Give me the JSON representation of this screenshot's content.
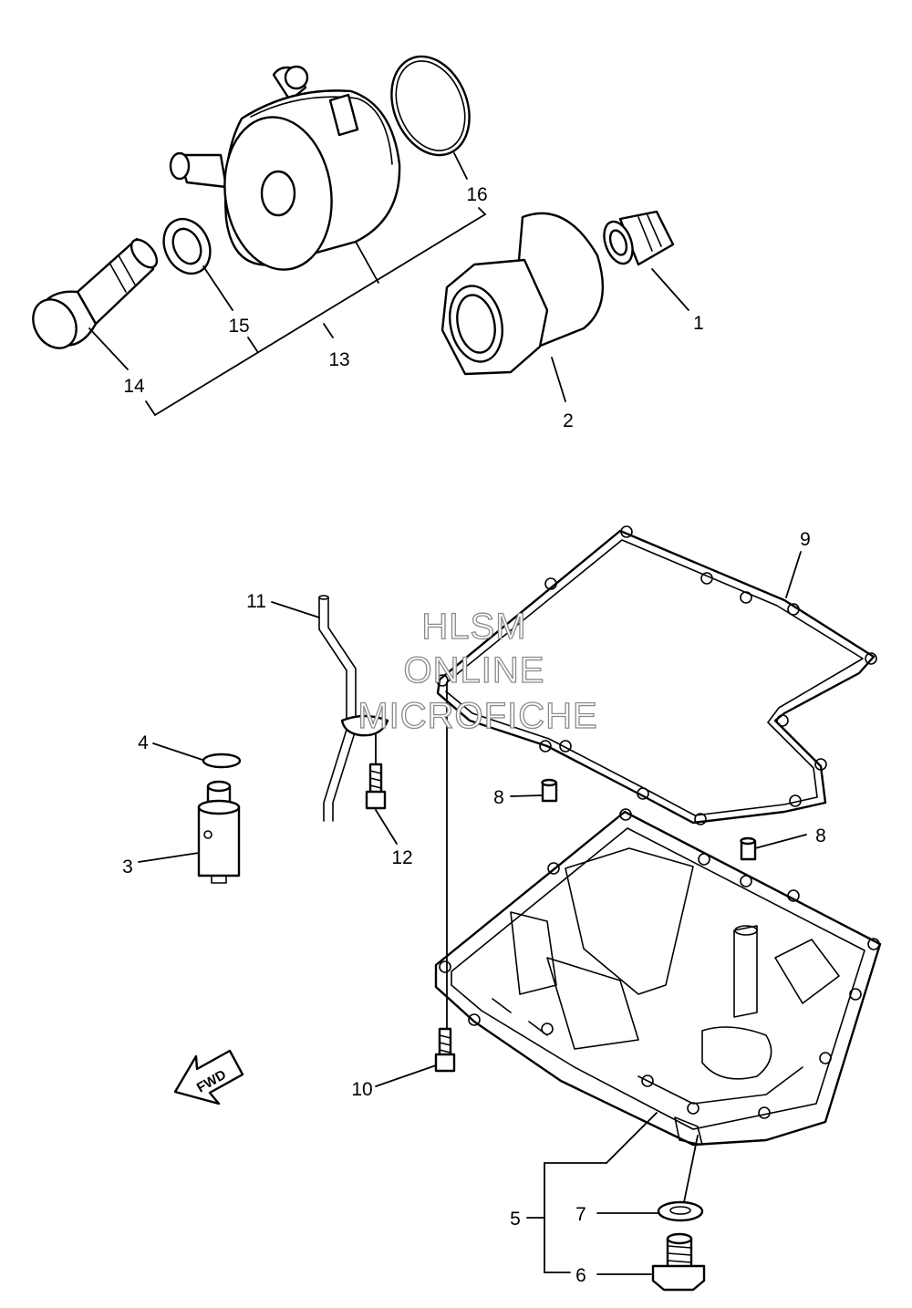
{
  "watermark": {
    "line1": "HLSM",
    "line2": "ONLINE",
    "line3": "MICROFICHE"
  },
  "fwd_label": "FWD",
  "callouts": {
    "c1": "1",
    "c2": "2",
    "c3": "3",
    "c4": "4",
    "c5": "5",
    "c6": "6",
    "c7": "7",
    "c8a": "8",
    "c8b": "8",
    "c9": "9",
    "c10": "10",
    "c11": "11",
    "c12": "12",
    "c13": "13",
    "c14": "14",
    "c15": "15",
    "c16": "16"
  }
}
